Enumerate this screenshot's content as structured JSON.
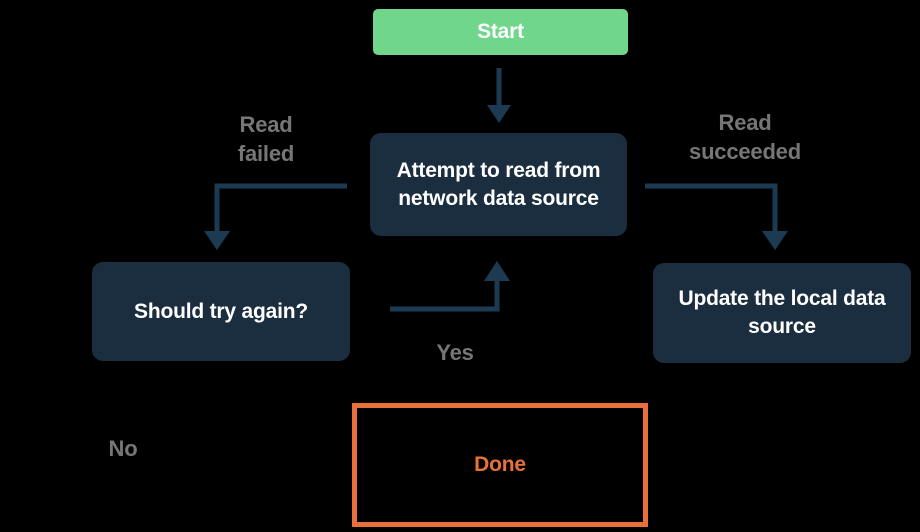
{
  "colors": {
    "background": "#000000",
    "node-fill": "#1B2E40",
    "arrow": "#1D3A53",
    "start-fill": "#6FD68C",
    "done-accent": "#E8713B",
    "label-gray": "#767676",
    "node-text": "#FFFFFF"
  },
  "nodes": {
    "start": {
      "label": "Start"
    },
    "attempt": {
      "lines": [
        "Attempt to read from",
        "network data source"
      ]
    },
    "retry": {
      "label": "Should try again?"
    },
    "update": {
      "lines": [
        "Update the local data",
        "source"
      ]
    },
    "done": {
      "label": "Done"
    }
  },
  "edge_labels": {
    "read_failed": {
      "lines": [
        "Read",
        "failed"
      ]
    },
    "read_succeeded": {
      "lines": [
        "Read",
        "succeeded"
      ]
    },
    "yes": {
      "label": "Yes"
    },
    "no": {
      "label": "No"
    }
  }
}
